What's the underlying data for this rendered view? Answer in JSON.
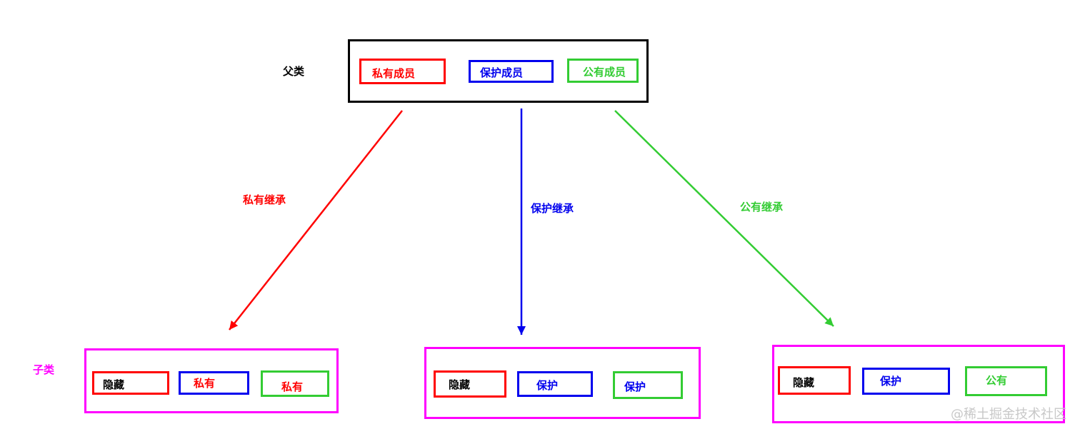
{
  "colors": {
    "red": "#ff0000",
    "blue": "#0000ee",
    "green": "#33cc33",
    "black": "#000000",
    "magenta": "#ff00ff",
    "watermark": "#c8c8c8"
  },
  "parent": {
    "label": "父类",
    "members": {
      "private": "私有成员",
      "protected": "保护成员",
      "public": "公有成员"
    }
  },
  "inheritance": {
    "private": "私有继承",
    "protected": "保护继承",
    "public": "公有继承"
  },
  "child_label": "子类",
  "children": {
    "private": {
      "hidden": "隐藏",
      "protected_becomes": "私有",
      "public_becomes": "私有"
    },
    "protected": {
      "hidden": "隐藏",
      "protected_becomes": "保护",
      "public_becomes": "保护"
    },
    "public": {
      "hidden": "隐藏",
      "protected_becomes": "保护",
      "public_becomes": "公有"
    }
  },
  "watermark": "@稀土掘金技术社区"
}
